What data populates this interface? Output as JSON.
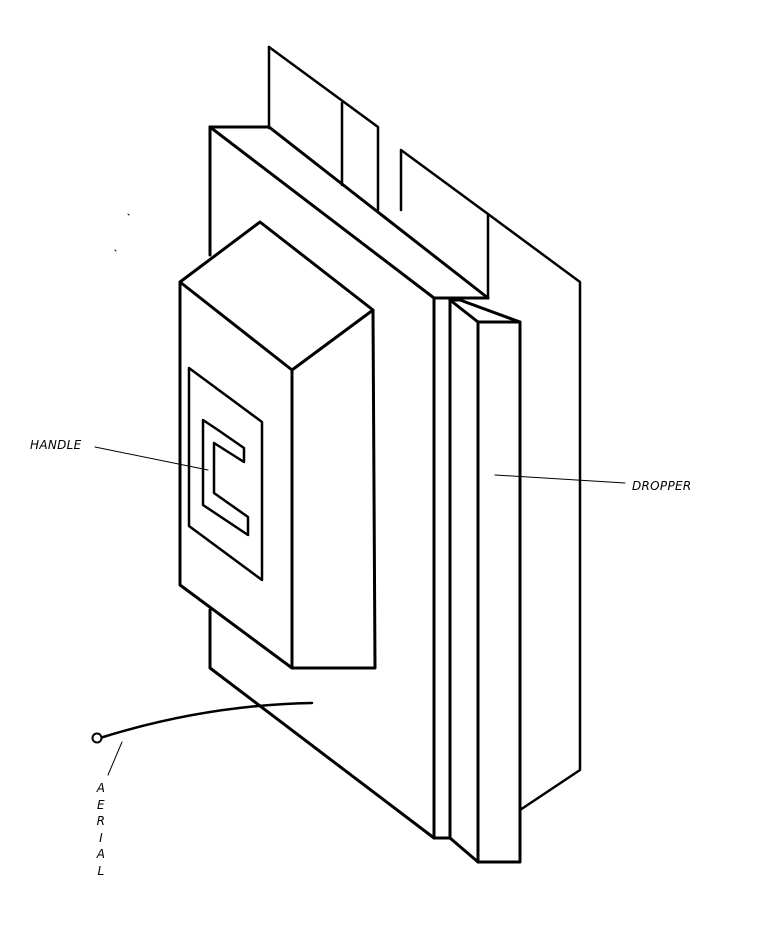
{
  "labels": {
    "handle": "HANDLE",
    "dropper": "DROPPER",
    "aerial": "AERIAL"
  },
  "colors": {
    "stroke": "#000000",
    "background": "#ffffff"
  }
}
